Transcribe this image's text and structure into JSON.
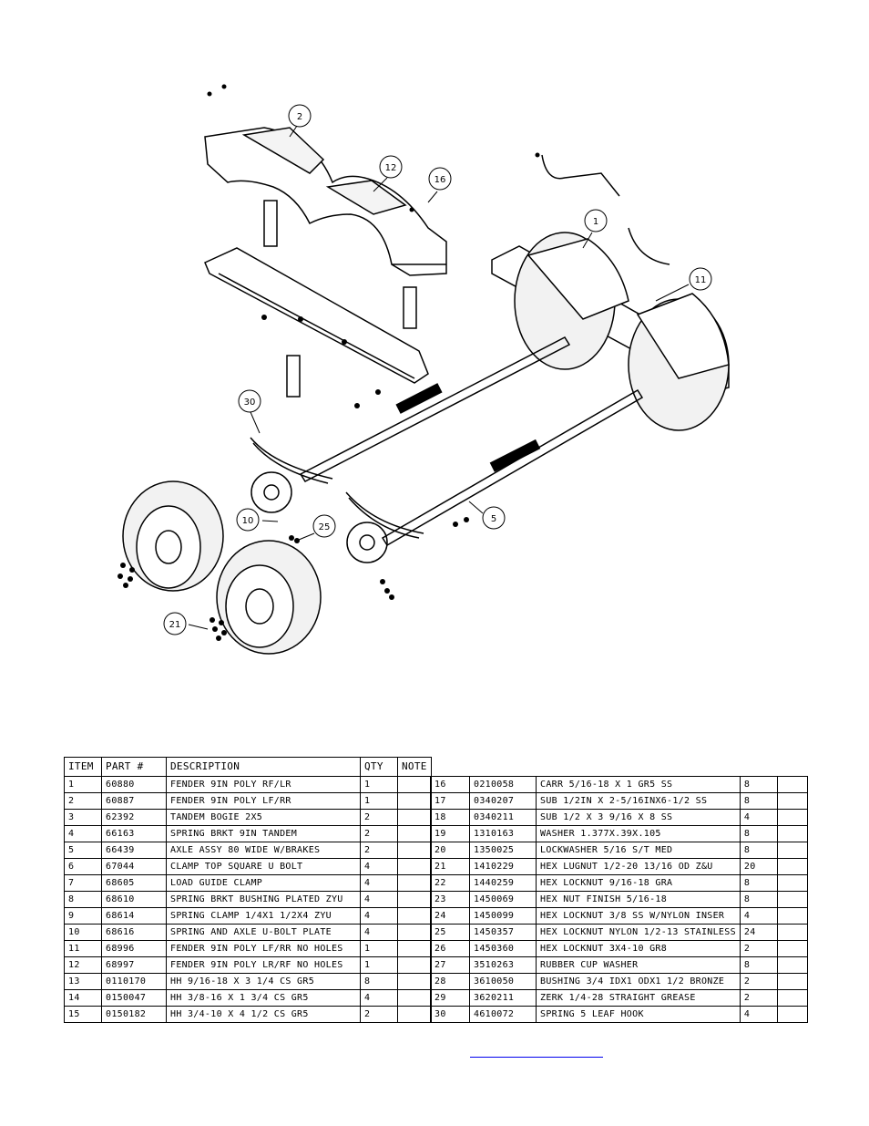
{
  "callouts": [
    "2",
    "12",
    "16",
    "1",
    "11",
    "30",
    "10",
    "25",
    "5",
    "21"
  ],
  "table_headers": {
    "item": "ITEM",
    "part": "PART #",
    "description": "DESCRIPTION",
    "qty": "QTY",
    "note": "NOTE"
  },
  "parts_left": [
    {
      "item": "1",
      "part": "60880",
      "description": "FENDER  9IN POLY RF/LR",
      "qty": "1"
    },
    {
      "item": "2",
      "part": "60887",
      "description": "FENDER  9IN POLY LF/RR",
      "qty": "1"
    },
    {
      "item": "3",
      "part": "62392",
      "description": "TANDEM BOGIE   2X5",
      "qty": "2"
    },
    {
      "item": "4",
      "part": "66163",
      "description": "SPRING BRKT   9IN TANDEM",
      "qty": "2"
    },
    {
      "item": "5",
      "part": "66439",
      "description": "AXLE ASSY 80 WIDE W/BRAKES",
      "qty": "2"
    },
    {
      "item": "6",
      "part": "67044",
      "description": "CLAMP TOP SQUARE U BOLT",
      "qty": "4"
    },
    {
      "item": "7",
      "part": "68605",
      "description": "LOAD GUIDE CLAMP",
      "qty": "4"
    },
    {
      "item": "8",
      "part": "68610",
      "description": "SPRING BRKT BUSHING PLATED ZYU",
      "qty": "4"
    },
    {
      "item": "9",
      "part": "68614",
      "description": "SPRING CLAMP   1/4X1 1/2X4  ZYU",
      "qty": "4"
    },
    {
      "item": "10",
      "part": "68616",
      "description": "SPRING AND AXLE U-BOLT PLATE",
      "qty": "4"
    },
    {
      "item": "11",
      "part": "68996",
      "description": "FENDER  9IN POLY LF/RR NO HOLES",
      "qty": "1"
    },
    {
      "item": "12",
      "part": "68997",
      "description": "FENDER  9IN POLY LR/RF NO HOLES",
      "qty": "1"
    },
    {
      "item": "13",
      "part": "0110170",
      "description": "HH 9/16-18 X 3 1/4 CS GR5",
      "qty": "8"
    },
    {
      "item": "14",
      "part": "0150047",
      "description": "HH 3/8-16 X 1 3/4 CS GR5",
      "qty": "4"
    },
    {
      "item": "15",
      "part": "0150182",
      "description": "HH 3/4-10 X 4 1/2 CS GR5",
      "qty": "2"
    }
  ],
  "parts_right": [
    {
      "item": "16",
      "part": "0210058",
      "description": "CARR 5/16-18 X 1 GR5 SS",
      "qty": "8"
    },
    {
      "item": "17",
      "part": "0340207",
      "description": "SUB 1/2IN X 2-5/16INX6-1/2 SS",
      "qty": "8"
    },
    {
      "item": "18",
      "part": "0340211",
      "description": "SUB 1/2 X 3 9/16 X 8 SS",
      "qty": "4"
    },
    {
      "item": "19",
      "part": "1310163",
      "description": "WASHER 1.377X.39X.105",
      "qty": "8"
    },
    {
      "item": "20",
      "part": "1350025",
      "description": "LOCKWASHER 5/16 S/T MED",
      "qty": "8"
    },
    {
      "item": "21",
      "part": "1410229",
      "description": "HEX LUGNUT 1/2-20 13/16 OD Z&U",
      "qty": "20"
    },
    {
      "item": "22",
      "part": "1440259",
      "description": "HEX LOCKNUT 9/16-18 GRA",
      "qty": "8"
    },
    {
      "item": "23",
      "part": "1450069",
      "description": "HEX NUT FINISH 5/16-18",
      "qty": "8"
    },
    {
      "item": "24",
      "part": "1450099",
      "description": "HEX LOCKNUT 3/8 SS W/NYLON INSER",
      "qty": "4"
    },
    {
      "item": "25",
      "part": "1450357",
      "description": "HEX LOCKNUT NYLON 1/2-13 STAINLESS",
      "qty": "24"
    },
    {
      "item": "26",
      "part": "1450360",
      "description": "HEX LOCKNUT 3X4-10 GR8",
      "qty": "2"
    },
    {
      "item": "27",
      "part": "3510263",
      "description": "RUBBER CUP WASHER",
      "qty": "8"
    },
    {
      "item": "28",
      "part": "3610050",
      "description": "BUSHING  3/4 IDX1 ODX1 1/2 BRONZE",
      "qty": "2"
    },
    {
      "item": "29",
      "part": "3620211",
      "description": "ZERK  1/4-28 STRAIGHT GREASE",
      "qty": "2"
    },
    {
      "item": "30",
      "part": "4610072",
      "description": "SPRING  5 LEAF HOOK",
      "qty": "4"
    }
  ]
}
